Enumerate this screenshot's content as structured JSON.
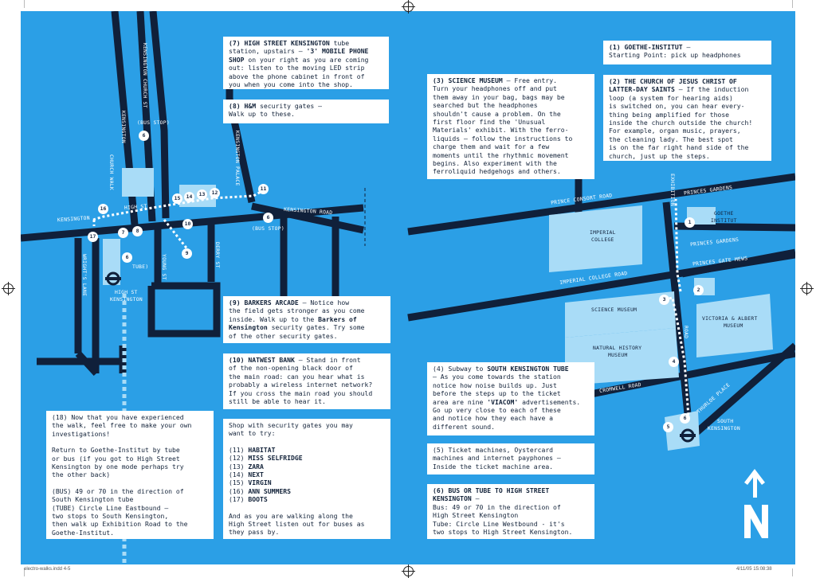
{
  "map": {
    "left_labels": {
      "kensington_church_st": "KENSINGTON CHURCH ST",
      "kensington": "KENSINGTON",
      "church_walk": "CHURCH WALK",
      "kensington_palace": "KENSINGTON PALACE",
      "kensington_road": "KENSINGTON ROAD",
      "kensington_west": "KENSINGTON",
      "high_st": "HIGH ST",
      "bus_stop_1": "(BUS STOP)",
      "bus_stop_2": "(BUS STOP)",
      "wrights_lane": "WRIGHT'S LANE",
      "young_st": "YOUNG ST",
      "derry_st": "DERRY ST",
      "tube": "TUBE)",
      "high_st_kensington_line1": "HIGH ST",
      "high_st_kensington_line2": "KENSINGTON"
    },
    "right_labels": {
      "prince_consort_road": "PRINCE CONSORT ROAD",
      "exhibition": "EXHIBITION",
      "road": "ROAD",
      "princes_gardens_1": "PRINCES GARDENS",
      "princes_gardens_2": "PRINCES GARDENS",
      "princes_gate_mews": "PRINCES GATE MEWS",
      "goethe_institut_line1": "GOETHE",
      "goethe_institut_line2": "INSTITUT",
      "imperial_college_line1": "IMPERIAL",
      "imperial_college_line2": "COLLEGE",
      "imperial_college_road": "IMPERIAL COLLEGE ROAD",
      "science_museum": "SCIENCE MUSEUM",
      "va_line1": "VICTORIA & ALBERT",
      "va_line2": "MUSEUM",
      "natural_history_line1": "NATURAL HISTORY",
      "natural_history_line2": "MUSEUM",
      "cromwell_road": "CROMWELL ROAD",
      "thurloe_place": "THURLOE PLACE",
      "south_kensington_line1": "SOUTH",
      "south_kensington_line2": "KENSINGTON"
    },
    "markers_left": [
      "6",
      "15",
      "14",
      "13",
      "12",
      "11",
      "16",
      "10",
      "6",
      "7",
      "8",
      "17",
      "6",
      "9"
    ],
    "markers_right": [
      "1",
      "2",
      "3",
      "4",
      "6",
      "5"
    ],
    "north_symbol": "N"
  },
  "boxes": {
    "b7": {
      "title": "(7) HIGH STREET KENSINGTON",
      "line2_pre": "station, upstairs — ",
      "line2_bold": "'3' MOBILE PHONE",
      "line3_bold": "SHOP",
      "lines": [
        "on your right as you are coming",
        "out: listen to the moving LED strip",
        "above the phone cabinet in front of",
        "you when you come into the shop."
      ],
      "title_suffix": " tube"
    },
    "b8": {
      "title": "(8) H&M",
      "rest": " security gates —",
      "line2": "Walk up to these."
    },
    "b1": {
      "title": "(1) GOETHE-INSTITUT",
      "rest": " —",
      "line2": "Starting Point: pick up headphones"
    },
    "b3": {
      "title": "(3) SCIENCE MUSEUM",
      "rest": " — Free entry.",
      "lines": [
        "Turn your headphones off and put",
        "them away in your bag, bags may be",
        "searched but the headphones",
        "shouldn't cause a problem. On the",
        "first floor find the 'Unusual",
        "Materials' exhibit. With the ferro-",
        "liquids — follow the instructions to",
        "charge them and wait for a few",
        "moments until the rhythmic movement",
        "begins. Also experiment with the",
        "ferroliquid hedgehogs and others."
      ]
    },
    "b2": {
      "title_line1": "(2) THE CHURCH OF JESUS CHRIST OF",
      "title_line2": "LATTER-DAY SAINTS",
      "rest": " — If the induction",
      "lines": [
        "loop (a system for hearing aids)",
        "is switched on, you can hear every-",
        "thing being amplified for those",
        "inside the church outside the church!",
        "For example, organ music, prayers,",
        "the cleaning lady. The best spot",
        "is on the far right hand side of the",
        "church, just up the steps."
      ]
    },
    "b9": {
      "title": "(9) BARKERS ARCADE",
      "rest": " — Notice how",
      "line2": "the field gets stronger as you come",
      "line3_pre": "inside. Walk up to the ",
      "line3_bold": "Barkers of",
      "line4_bold": "Kensington",
      "line4_rest": " security gates. Try some",
      "line5": "of the other security gates."
    },
    "b10": {
      "title": "(10) NATWEST BANK",
      "rest": " — Stand in front",
      "lines": [
        "of the non-opening black door of",
        "the main road: can you hear what is",
        "probably a wireless internet network?",
        "If you cross the main road you should",
        "still be able to hear it."
      ]
    },
    "b4": {
      "title_pre": "(4) Subway to ",
      "title": "SOUTH KENSINGTON TUBE",
      "lines_pre": [
        "— As you come towards the station",
        "notice how noise builds up. Just",
        "before the steps up to the ticket"
      ],
      "line_viacom_pre": "area are nine ",
      "line_viacom_bold": "'VIACOM'",
      "line_viacom_post": " advertisements.",
      "lines_post": [
        "Go up very close to each of these",
        "and notice how they each have a",
        "different sound."
      ]
    },
    "b18": {
      "lines1": [
        "(18) Now that you have experienced",
        "the walk, feel free to make your own",
        "investigations!"
      ],
      "lines2": [
        "Return to Goethe-Institut by tube",
        "or bus (if you got to High Street",
        "Kensington by one mode perhaps try",
        "the other back)"
      ],
      "lines3": [
        "(BUS) 49 or 70 in the direction of",
        "South Kensington tube",
        "(TUBE) Circle Line Eastbound —",
        "two stops to South Kensington,",
        "then walk up Exhibition Road to the",
        "Goethe-Institut."
      ]
    },
    "shops": {
      "intro": [
        "Shop with security gates you may",
        "want to try:"
      ],
      "items": [
        {
          "num": "(11)",
          "name": "HABITAT"
        },
        {
          "num": "(12)",
          "name": "MISS SELFRIDGE"
        },
        {
          "num": "(13)",
          "name": "ZARA"
        },
        {
          "num": "(14)",
          "name": "NEXT"
        },
        {
          "num": "(15)",
          "name": "VIRGIN"
        },
        {
          "num": "(16)",
          "name": "ANN SUMMERS"
        },
        {
          "num": "(17)",
          "name": "BOOTS"
        }
      ],
      "outro": [
        "And as you are walking along the",
        "High Street listen out for buses as",
        "they pass by."
      ]
    },
    "b5": {
      "lines": [
        "(5) Ticket machines, Oystercard",
        "machines and internet payphones —",
        "Inside the ticket machine area."
      ]
    },
    "b6": {
      "title_line1": "(6) BUS OR TUBE TO HIGH STREET",
      "title_line2": "KENSINGTON",
      "rest": " —",
      "lines": [
        "Bus: 49 or 70 in the direction of",
        "High Street Kensington",
        "Tube: Circle Line Westbound - it's",
        "two stops to High Street Kensington."
      ]
    }
  },
  "footer": {
    "left": "electro-walks.indd  4-5",
    "right": "4/11/05  15:08:38"
  },
  "colors": {
    "background": "#2b9fe6",
    "road": "#10203a",
    "building": "#a9dcf7",
    "box": "#ffffff",
    "text": "#13233a"
  }
}
